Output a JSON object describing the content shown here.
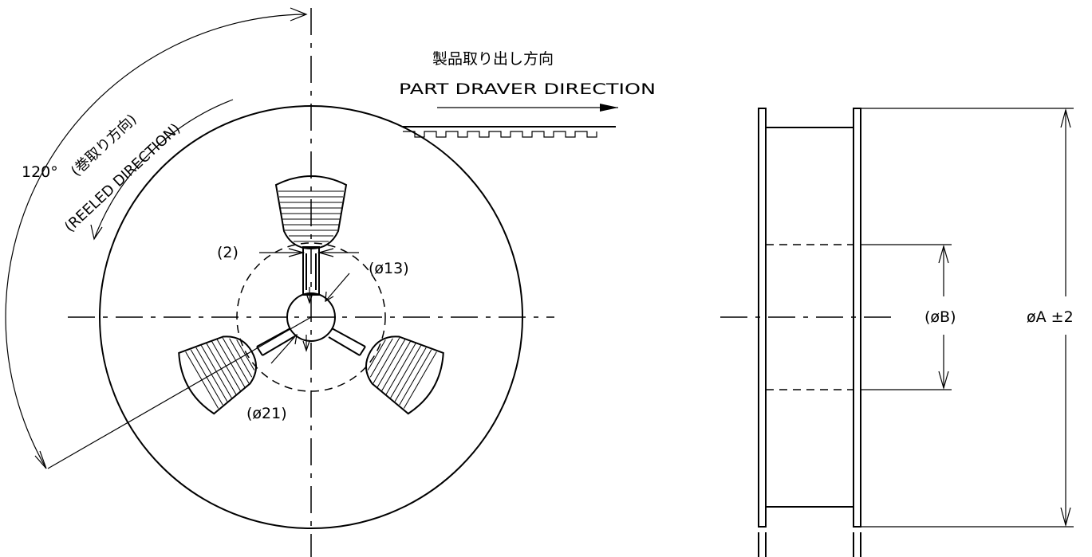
{
  "labels": {
    "part_direction_jp": "製品取り出し方向",
    "part_direction_en": "PART DRAVER DIRECTION",
    "angle": "120°",
    "reeled_jp": "(巻取り方向)",
    "reeled_en": "(REELED DIRECTION)",
    "slot_width": "(2)",
    "hub_dia": "(ø13)",
    "inner_dia": "(ø21)",
    "dim_b": "(øB)",
    "dim_a": "øA ±2"
  }
}
